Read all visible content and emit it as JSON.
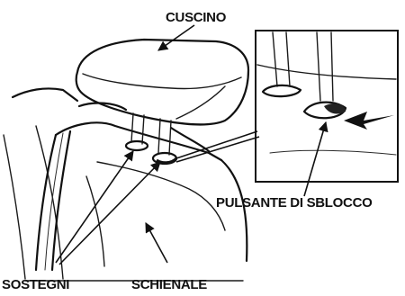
{
  "labels": {
    "cushion": "CUSCINO",
    "release_button": "PULSANTE DI SBLOCCO",
    "supports": "SOSTEGNI",
    "backrest": "SCHIENALE"
  },
  "colors": {
    "ink": "#111111",
    "paper": "#ffffff"
  },
  "icons": {
    "push_direction": "arrow-right-icon"
  }
}
